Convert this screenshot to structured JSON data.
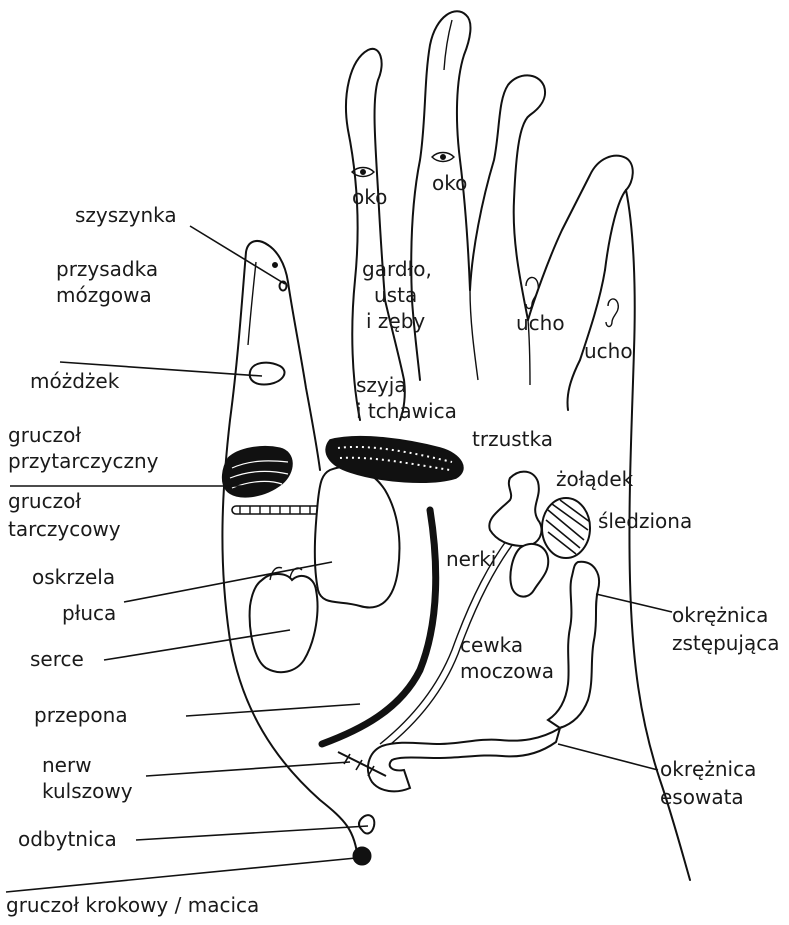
{
  "labels": {
    "szyszynka": "szyszynka",
    "przysadka_1": "przysadka",
    "przysadka_2": "mózgowa",
    "mozdzek": "móżdżek",
    "przytarczyczny_1": "gruczoł",
    "przytarczyczny_2": "przytarczyczny",
    "tarczycowy_1": "gruczoł",
    "tarczycowy_2": "tarczycowy",
    "oskrzela": "oskrzela",
    "pluca": "płuca",
    "serce": "serce",
    "przepona": "przepona",
    "nerw_1": "nerw",
    "nerw_2": "kulszowy",
    "odbytnica": "odbytnica",
    "krokowy": "gruczoł krokowy / macica",
    "oko_1": "oko",
    "oko_2": "oko",
    "gardlo_1": "gardło,",
    "gardlo_2": "usta",
    "gardlo_3": "i zęby",
    "szyja_1": "szyja",
    "szyja_2": "i tchawica",
    "ucho_1": "ucho",
    "ucho_2": "ucho",
    "trzustka": "trzustka",
    "zoladek": "żołądek",
    "sledziona": "śledziona",
    "nerki": "nerki",
    "cewka_1": "cewka",
    "cewka_2": "moczowa",
    "zstepujaca_1": "okrężnica",
    "zstepujaca_2": "zstępująca",
    "esowata_1": "okrężnica",
    "esowata_2": "esowata"
  }
}
